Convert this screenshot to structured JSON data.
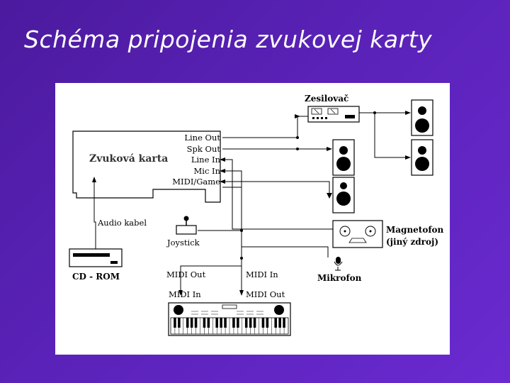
{
  "slide": {
    "title": "Schéma pripojenia zvukovej karty"
  },
  "diagram": {
    "sound_card": {
      "label": "Zvuková karta",
      "ports": [
        "Line Out",
        "Spk Out",
        "Line In",
        "Mic In",
        "MIDI/Game"
      ]
    },
    "amplifier": {
      "label": "Zesilovač"
    },
    "tape_deck": {
      "label_line1": "Magnetofon",
      "label_line2": "(jiný zdroj)"
    },
    "joystick": {
      "label": "Joystick"
    },
    "audio_cable": {
      "label": "Audio kabel"
    },
    "cd_rom": {
      "label": "CD - ROM"
    },
    "microphone": {
      "label": "Mikrofon"
    },
    "midi": {
      "card_out": "MIDI Out",
      "card_in": "MIDI In",
      "keyboard_in": "MIDI In",
      "keyboard_out": "MIDI Out"
    }
  }
}
